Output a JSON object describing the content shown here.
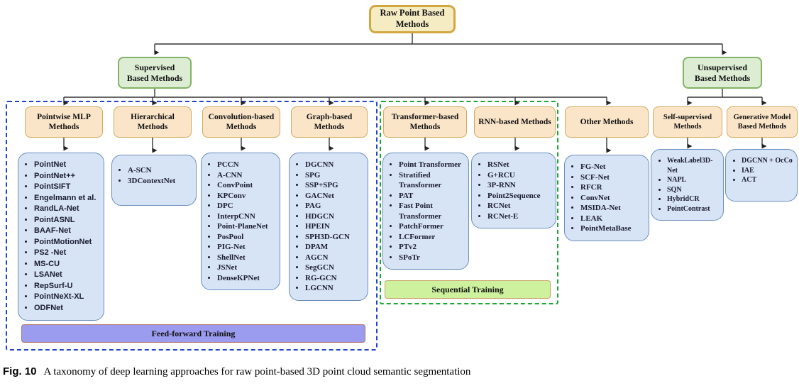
{
  "figure": {
    "root_label": "Raw Point Based Methods",
    "supervised_label": "Supervised Based Methods",
    "unsupervised_label": "Unsupervised Based Methods",
    "groups": [
      {
        "header": "Pointwise MLP Methods",
        "items": [
          "PointNet",
          "PointNet++",
          "PointSIFT",
          "Engelmann et al.",
          "RandLA-Net",
          "PointASNL",
          "BAAF-Net",
          "PointMotionNet",
          "PS2 -Net",
          "MS-CU",
          "LSANet",
          "RepSurf-U",
          "PointNeXt-XL",
          "ODFNet"
        ]
      },
      {
        "header": "Hierarchical Methods",
        "items": [
          "A-SCN",
          "3DContextNet"
        ]
      },
      {
        "header": "Convolution-based Methods",
        "items": [
          "PCCN",
          "A-CNN",
          "ConvPoint",
          "KPConv",
          "DPC",
          "InterpCNN",
          "Point-PlaneNet",
          "PosPool",
          "PIG-Net",
          "ShellNet",
          "JSNet",
          "DenseKPNet"
        ]
      },
      {
        "header": "Graph-based Methods",
        "items": [
          "DGCNN",
          "SPG",
          "SSP+SPG",
          "GACNet",
          "PAG",
          "HDGCN",
          "HPEIN",
          "SPH3D-GCN",
          "DPAM",
          "AGCN",
          "SegGCN",
          "RG-GCN",
          "LGCNN"
        ]
      },
      {
        "header": "Transformer-based Methods",
        "items": [
          "Point Transformer",
          "Stratified Transformer",
          "PAT",
          "Fast Point Transformer",
          "PatchFormer",
          "LCFormer",
          "PTv2",
          "SPoTr"
        ]
      },
      {
        "header": "RNN-based Methods",
        "items": [
          "RSNet",
          "G+RCU",
          "3P-RNN",
          "Point2Sequence",
          "RCNet",
          "RCNet-E"
        ]
      },
      {
        "header": "Other Methods",
        "items": [
          "FG-Net",
          "SCF-Net",
          "RFCR",
          "ConvNet",
          "MSIDA-Net",
          "LEAK",
          "PointMetaBase"
        ]
      },
      {
        "header": "Self-supervised Methods",
        "items": [
          "WeakLabel3D-Net",
          "NAPL",
          "SQN",
          "HybridCR",
          "PointContrast"
        ]
      },
      {
        "header": "Generative Model Based Methods",
        "items": [
          "DGCNN + OcCo",
          "IAE",
          "ACT"
        ]
      }
    ],
    "training_labels": {
      "feed_forward": "Feed-forward Training",
      "sequential": "Sequential Training"
    },
    "caption": {
      "fig_label": "Fig. 10",
      "text": "A taxonomy of deep learning approaches for raw point-based 3D point cloud semantic segmentation"
    }
  },
  "colors": {
    "root-fill": "#f6ecc4",
    "root-border": "#d2a73e",
    "green-fill": "#dcedd4",
    "green-border": "#82b366",
    "cat-fill": "#fbe5c9",
    "cat-border": "#d3a85c",
    "list-fill": "#d6e4f5",
    "list-border": "#6c8ebf",
    "purple-fill": "#9b9bef",
    "purple-border": "#b07468",
    "seq-fill": "#cdf19c",
    "seq-border": "#c8a165",
    "dash-blue": "#2242c8",
    "dash-green": "#1ea336"
  }
}
